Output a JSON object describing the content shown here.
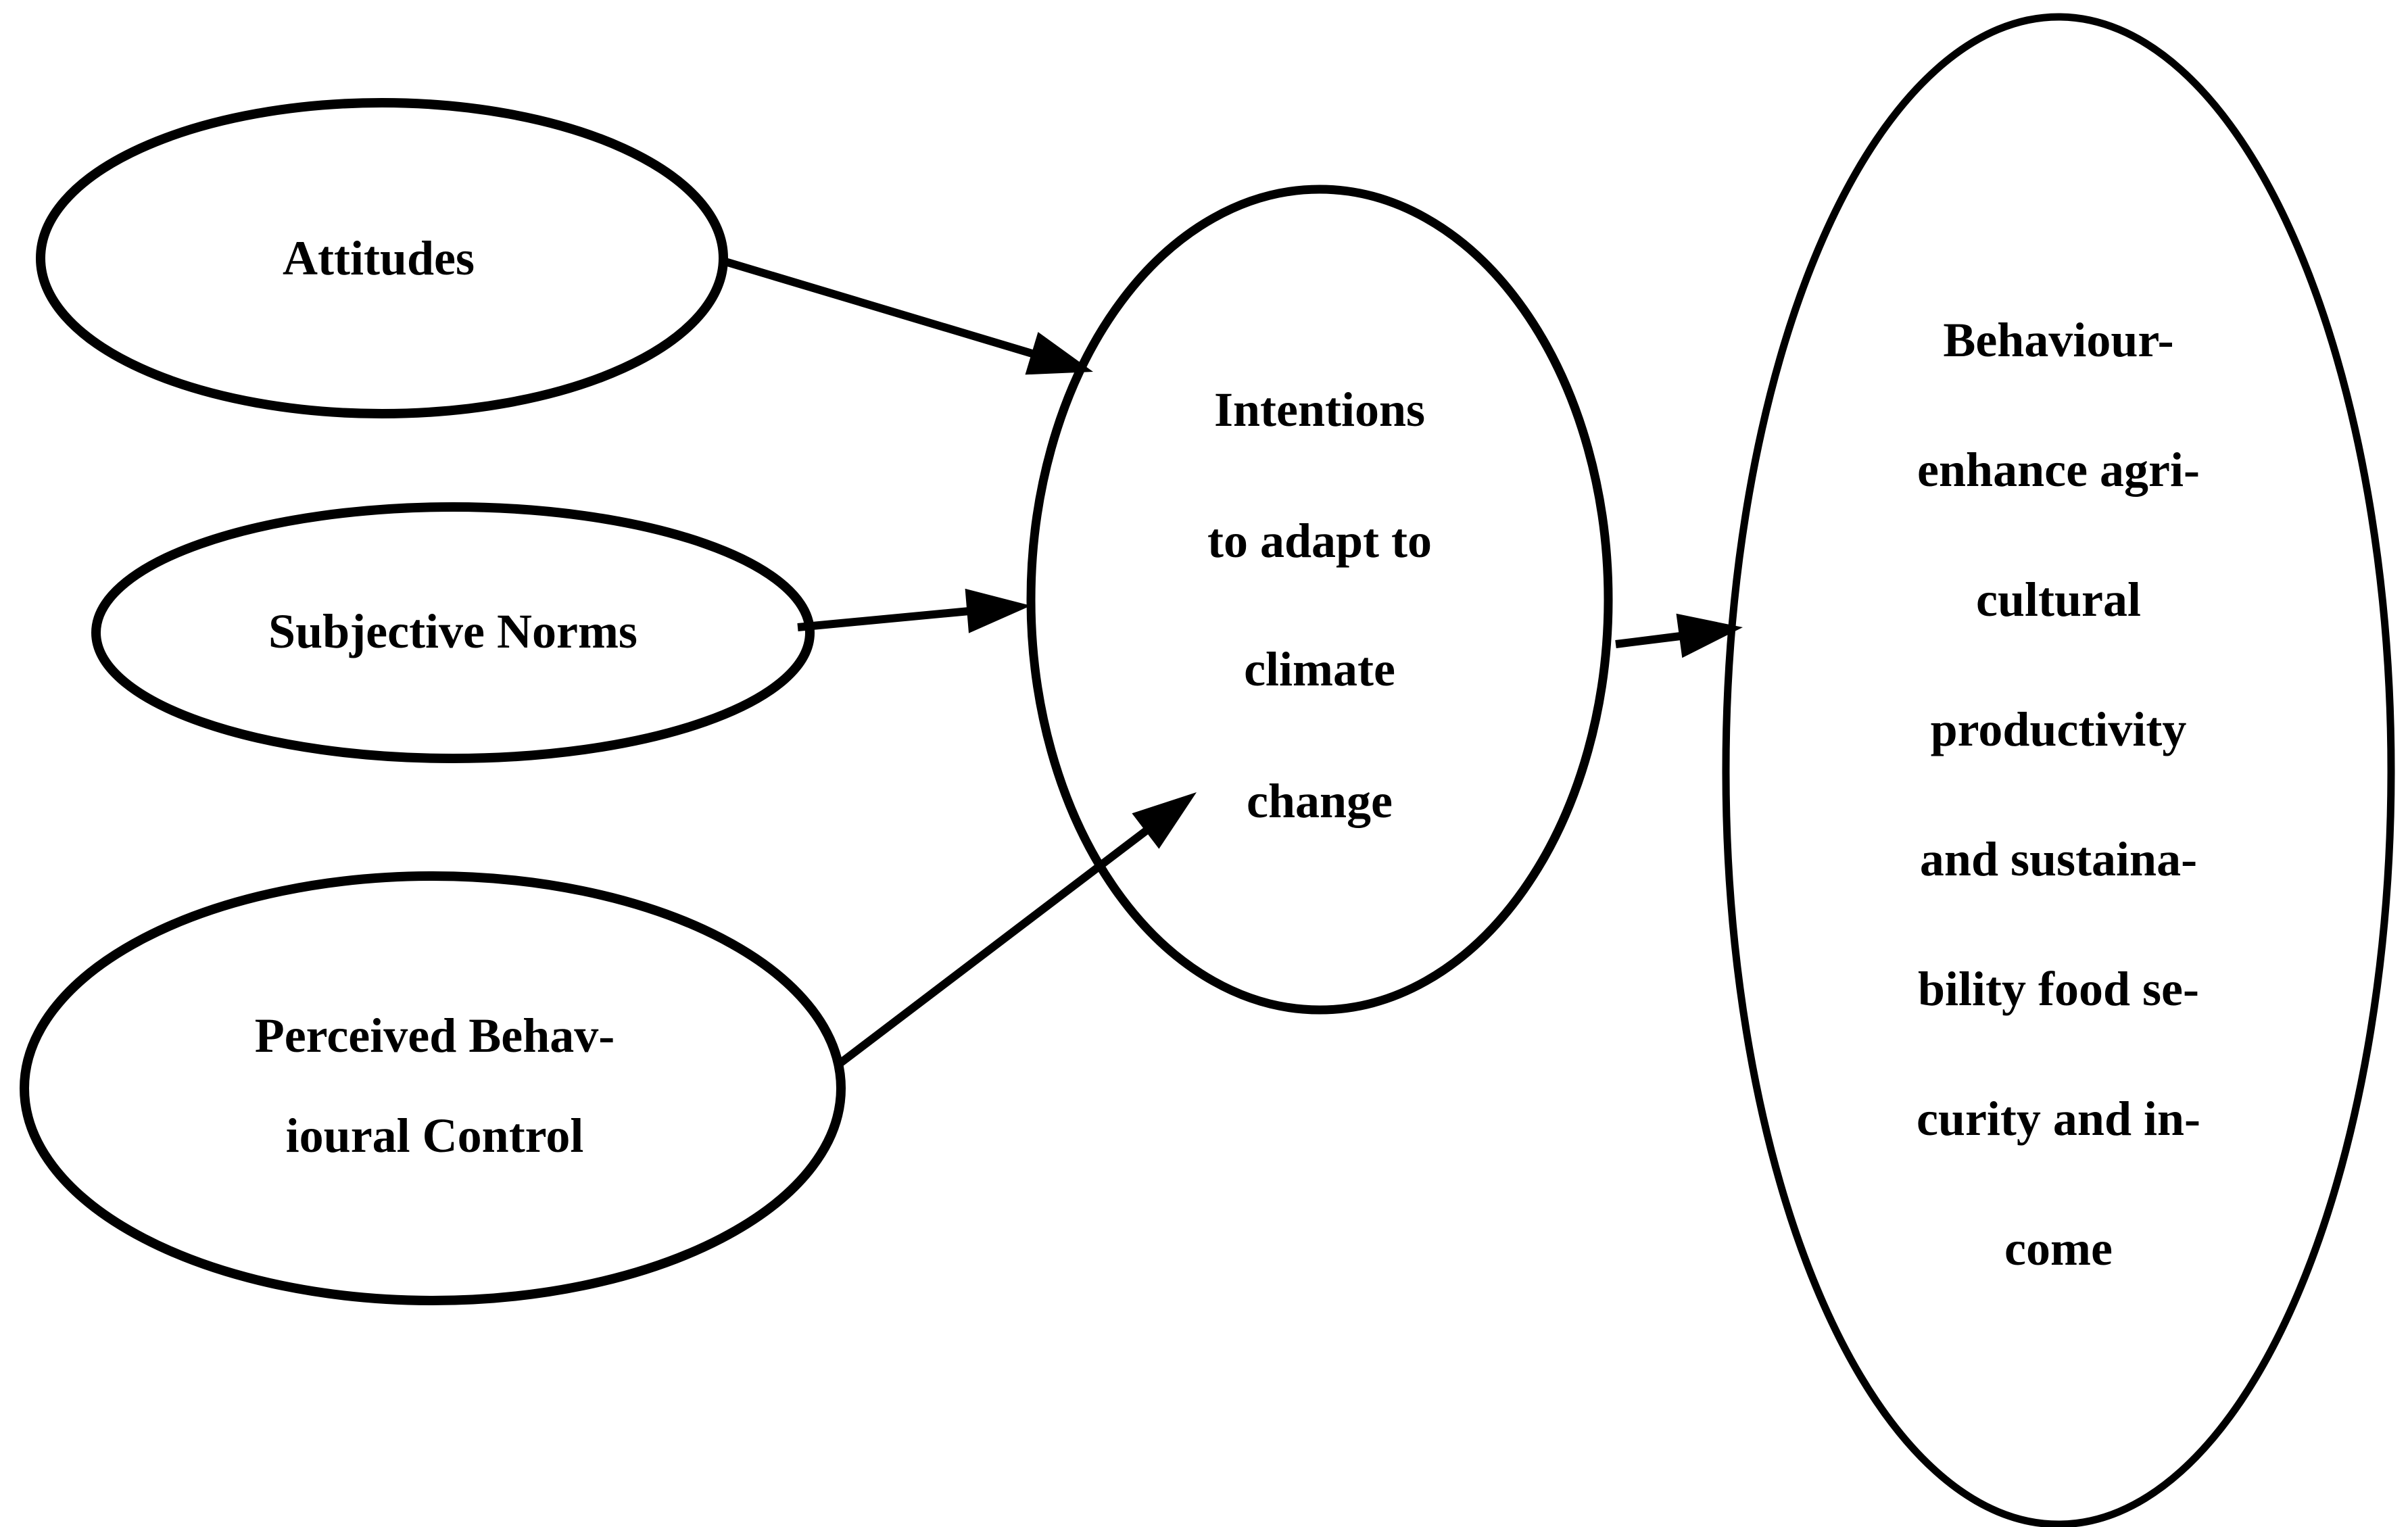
{
  "figure": {
    "type": "concept-flow-diagram",
    "background_color": "#ffffff",
    "stroke_color": "#000000",
    "text_color": "#000000",
    "nodes": {
      "attitudes": {
        "label": "Attitudes"
      },
      "subjective_norms": {
        "label": "Subjective Norms"
      },
      "perceived_behavioural_control": {
        "line1": "Perceived Behav-",
        "line2": "ioural Control"
      },
      "intentions": {
        "line1": "Intentions",
        "line2": "to adapt to",
        "line3": "climate",
        "line4": "change"
      },
      "behaviour_outcome": {
        "line1": "Behaviour-",
        "line2": "enhance agri-",
        "line3": "cultural",
        "line4": "productivity",
        "line5": "and sustaina-",
        "line6": "bility food se-",
        "line7": "curity and in-",
        "line8": "come"
      }
    },
    "edges": [
      {
        "from": "attitudes",
        "to": "intentions"
      },
      {
        "from": "subjective_norms",
        "to": "intentions"
      },
      {
        "from": "perceived_behavioural_control",
        "to": "intentions"
      },
      {
        "from": "intentions",
        "to": "behaviour_outcome"
      }
    ]
  }
}
